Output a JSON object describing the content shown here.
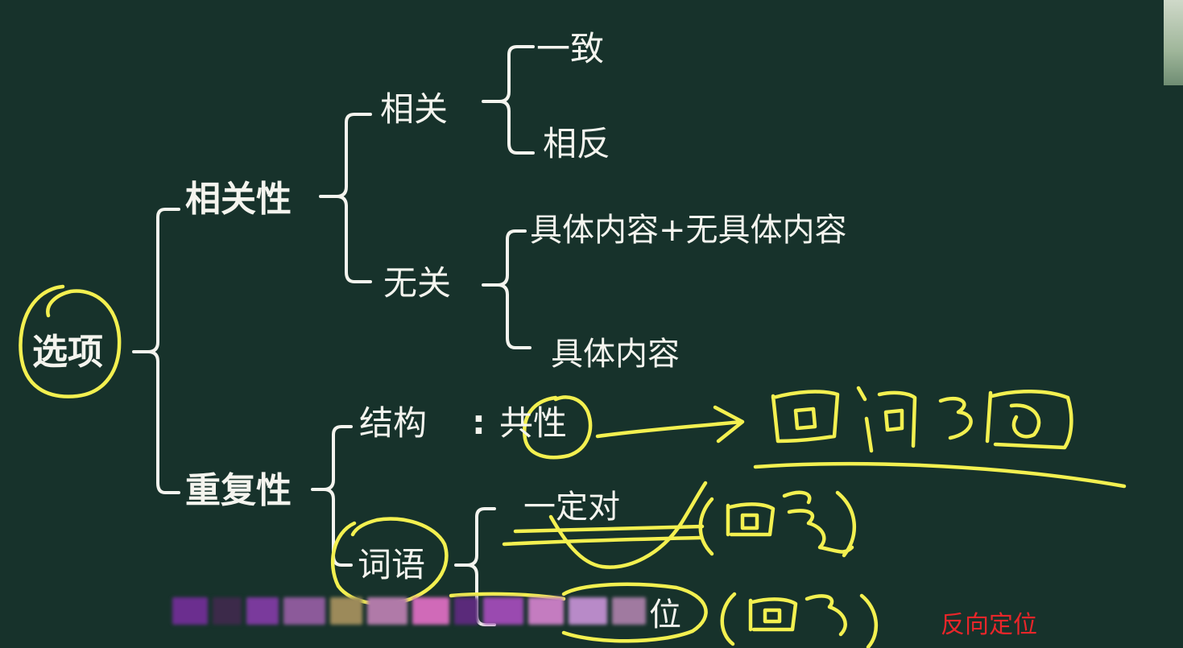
{
  "nodes": {
    "root": "选项",
    "relevance": "相关性",
    "related": "相关",
    "consistent": "一致",
    "opposite": "相反",
    "unrelated": "无关",
    "specific_plus_nonspecific": "具体内容+无具体内容",
    "specific": "具体内容",
    "repetition": "重复性",
    "structure": "结构",
    "colon": ":",
    "commonality": "共性",
    "words": "词语",
    "must_be_right": "一定对",
    "position_tail": "位"
  },
  "overlay_label": "反向定位",
  "colors": {
    "board": "#17322b",
    "chalk": "#f4f4ee",
    "highlighter": "#f3f050",
    "label_red": "#e8262a"
  }
}
